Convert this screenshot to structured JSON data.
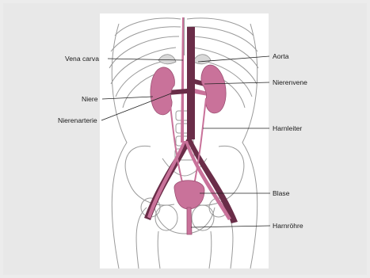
{
  "figure": {
    "labels": {
      "vena_cava": "Vena carva",
      "aorta": "Aorta",
      "nierenvene": "Nierenvene",
      "niere": "Niere",
      "nierenarterie": "Nierenarterie",
      "harnleiter": "Harnleiter",
      "blase": "Blase",
      "harnroehre": "Harnröhre"
    },
    "colors": {
      "page_bg": "#ececec",
      "illustration_bg": "#ffffff",
      "skeleton_line": "#9a9a9a",
      "organ": "#c9729a",
      "vessel_dark": "#6a2d48",
      "leader_line": "#222222"
    }
  }
}
